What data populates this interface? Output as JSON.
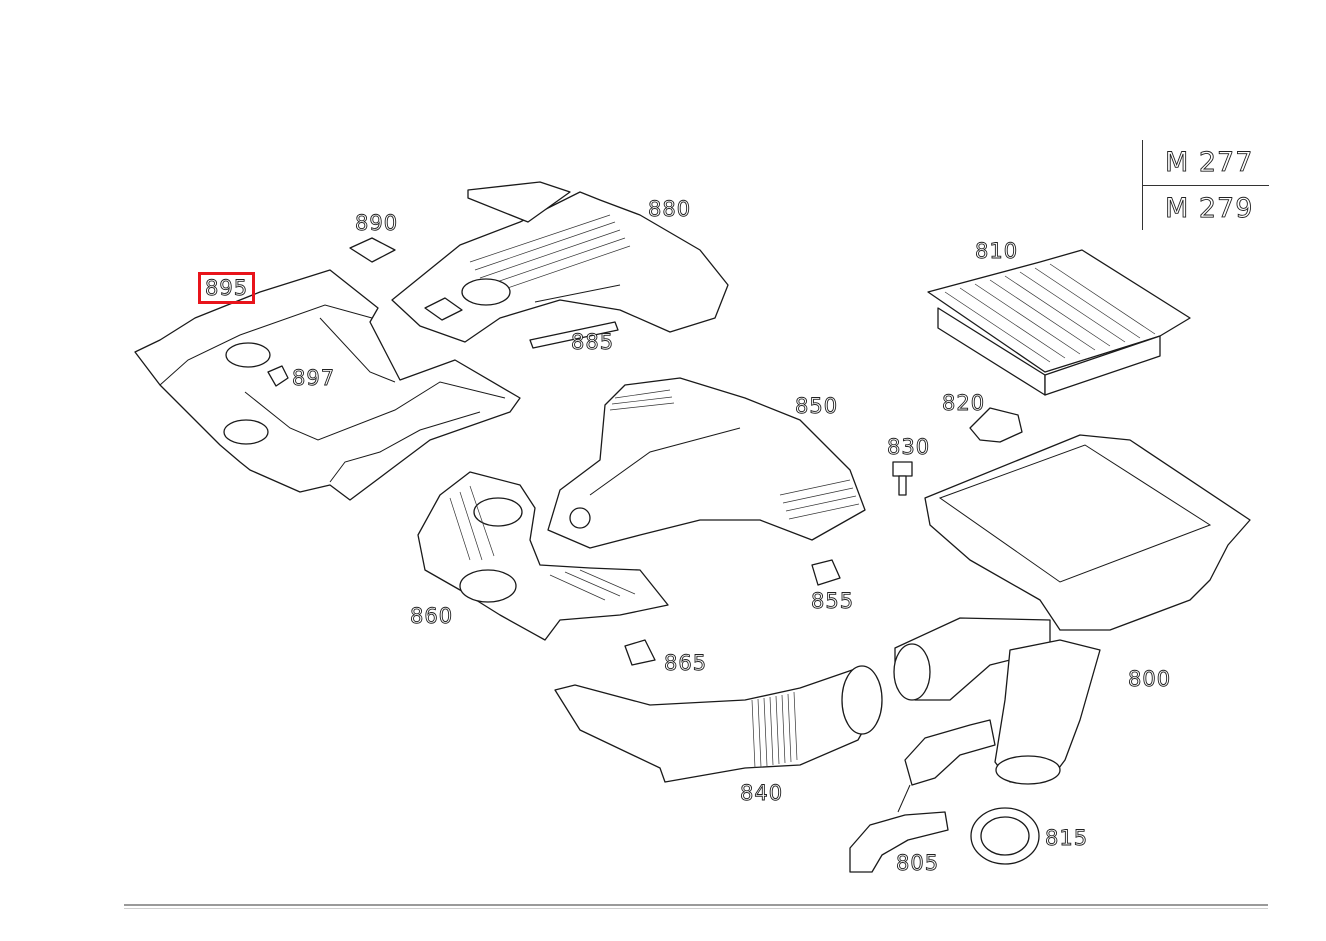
{
  "models": [
    "M 277",
    "M 279"
  ],
  "callouts": [
    {
      "id": "895",
      "label": "895",
      "selected": true
    },
    {
      "id": "890",
      "label": "890"
    },
    {
      "id": "880",
      "label": "880"
    },
    {
      "id": "885",
      "label": "885"
    },
    {
      "id": "897",
      "label": "897"
    },
    {
      "id": "810",
      "label": "810"
    },
    {
      "id": "850",
      "label": "850"
    },
    {
      "id": "820",
      "label": "820"
    },
    {
      "id": "830",
      "label": "830"
    },
    {
      "id": "860",
      "label": "860"
    },
    {
      "id": "855",
      "label": "855"
    },
    {
      "id": "865",
      "label": "865"
    },
    {
      "id": "800",
      "label": "800"
    },
    {
      "id": "840",
      "label": "840"
    },
    {
      "id": "815",
      "label": "815"
    },
    {
      "id": "805",
      "label": "805"
    }
  ],
  "colors": {
    "selection": "#e8141b",
    "line": "#1a1a1a"
  }
}
